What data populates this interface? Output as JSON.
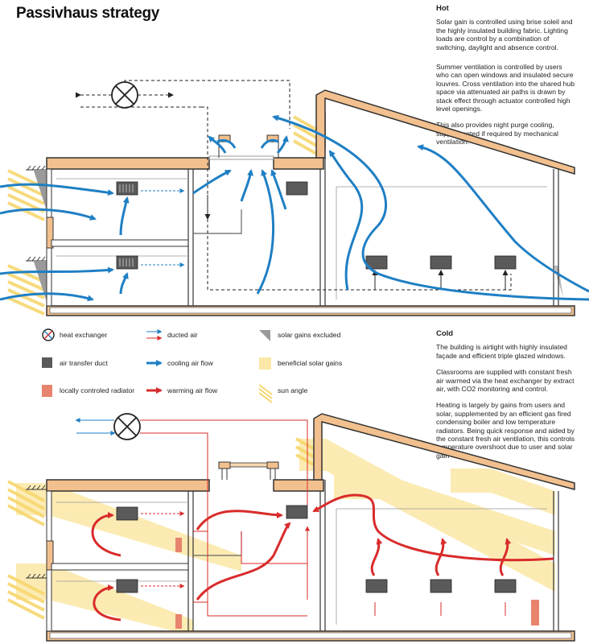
{
  "title": "Passivhaus strategy",
  "hot": {
    "heading": "Hot",
    "paragraphs": [
      "Solar gain is controlled using brise soleil and the highly insulated building fabric. Lighting loads are control by a combination of switching, daylight and absence control.",
      "Summer ventilation is controlled by users who can open windows and insulated secure louvres. Cross ventilation into the shared hub space via attenuated air paths is drawn by stack effect through actuator controlled high level openings.",
      "This also provides night purge cooling, supplemented if required by mechanical ventilation."
    ]
  },
  "cold": {
    "heading": "Cold",
    "paragraphs": [
      "The building is airtight with highly insulated façade and efficient triple glazed windows.",
      "Classrooms are supplied with constant fresh air warmed via the heat exchanger by extract air, with CO2 monitoring and control.",
      "Heating is largely by gains from users and solar, supplemented by an efficient gas fired condensing boiler and low temperature radiators. Being quick response and aided by the constant fresh air ventilation, this controls temperature overshoot due to user and solar gain"
    ]
  },
  "legend": {
    "heat_exchanger": "heat exchanger",
    "air_transfer_duct": "air transfer duct",
    "radiator": "locally controled radiator",
    "ducted_air": "ducted air",
    "cooling_air_flow": "cooling air flow",
    "warming_air_flow": "warming air flow",
    "solar_excluded": "solar gains excluded",
    "beneficial_solar": "beneficial solar gains",
    "sun_angle": "sun angle"
  },
  "colors": {
    "cooling": "#1f7fc4",
    "warming": "#d92b2b",
    "insulation": "#f2c08e",
    "solar": "#fbe8a6",
    "duct": "#555555",
    "radiator": "#e8836e",
    "structure": "#333333"
  }
}
